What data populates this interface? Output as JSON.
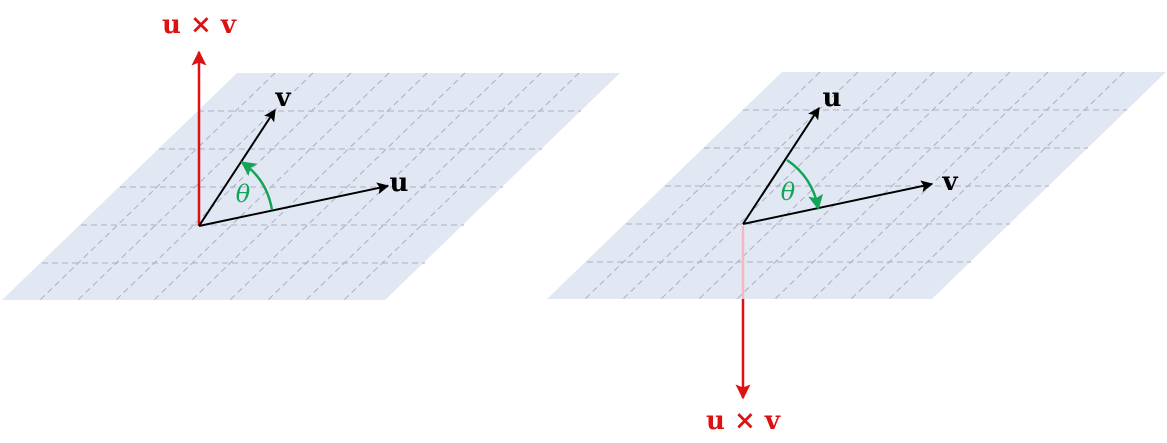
{
  "colors": {
    "plane_fill": "#e1e7f3",
    "grid": "#aab0c0",
    "vector": "#000000",
    "cross": "#dd1111",
    "cross_hidden": "#f3b8c0",
    "angle": "#13a555"
  },
  "left_panel": {
    "cross_label": "u × v",
    "vector_v_label": "v",
    "vector_u_label": "u",
    "angle_label": "θ"
  },
  "right_panel": {
    "cross_label": "u × v",
    "vector_u_label": "u",
    "vector_v_label": "v",
    "angle_label": "θ"
  }
}
